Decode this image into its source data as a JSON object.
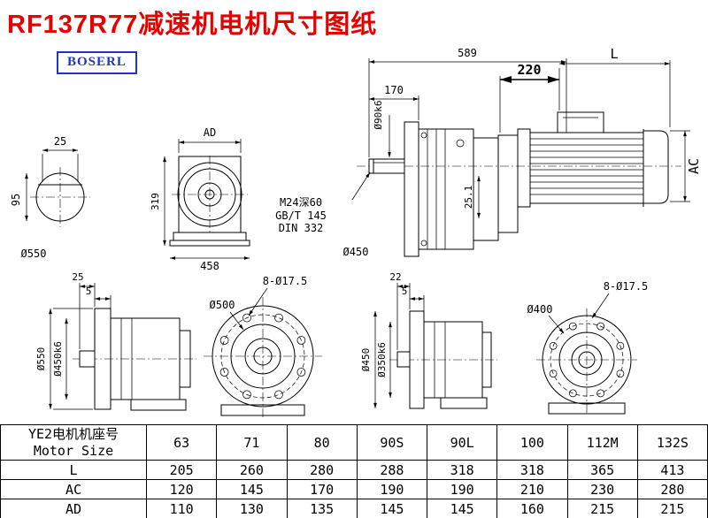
{
  "page": {
    "title": "RF137R77减速机电机尺寸图纸",
    "brand": "BOSERL"
  },
  "dims": {
    "shaft_section": {
      "w": "25",
      "h": "95",
      "dia": "Ø550"
    },
    "front_view": {
      "ad": "AD",
      "h": "319",
      "w": "458"
    },
    "main_view": {
      "overall": "589",
      "shaft_len": "170",
      "shaft_dia": "Ø90k6",
      "thread": "M24深60",
      "thread_std1": "GB/T 145",
      "thread_std2": "DIN 332",
      "flange_dia": "Ø450",
      "key": "25.1"
    },
    "motor": {
      "front_len": "220",
      "len": "L",
      "dia": "AC"
    },
    "output_left": {
      "t1": "25",
      "t2": "5",
      "flange": "Ø550",
      "spigot": "Ø450k6"
    },
    "flange_left": {
      "holes": "8-Ø17.5",
      "dia": "Ø500"
    },
    "output_mid": {
      "t1": "22",
      "t2": "5",
      "flange": "Ø450",
      "spigot": "Ø350k6"
    },
    "flange_right": {
      "holes": "8-Ø17.5",
      "dia": "Ø400"
    }
  },
  "table": {
    "header_line1": "YE2电机机座号",
    "header_line2": "Motor Size",
    "sizes": [
      "63",
      "71",
      "80",
      "90S",
      "90L",
      "100",
      "112M",
      "132S"
    ],
    "rows": [
      {
        "label": "L",
        "values": [
          "205",
          "260",
          "280",
          "288",
          "318",
          "318",
          "365",
          "413"
        ]
      },
      {
        "label": "AC",
        "values": [
          "120",
          "145",
          "170",
          "190",
          "190",
          "210",
          "230",
          "280"
        ]
      },
      {
        "label": "AD",
        "values": [
          "110",
          "130",
          "135",
          "145",
          "145",
          "160",
          "215",
          "215"
        ]
      }
    ]
  }
}
